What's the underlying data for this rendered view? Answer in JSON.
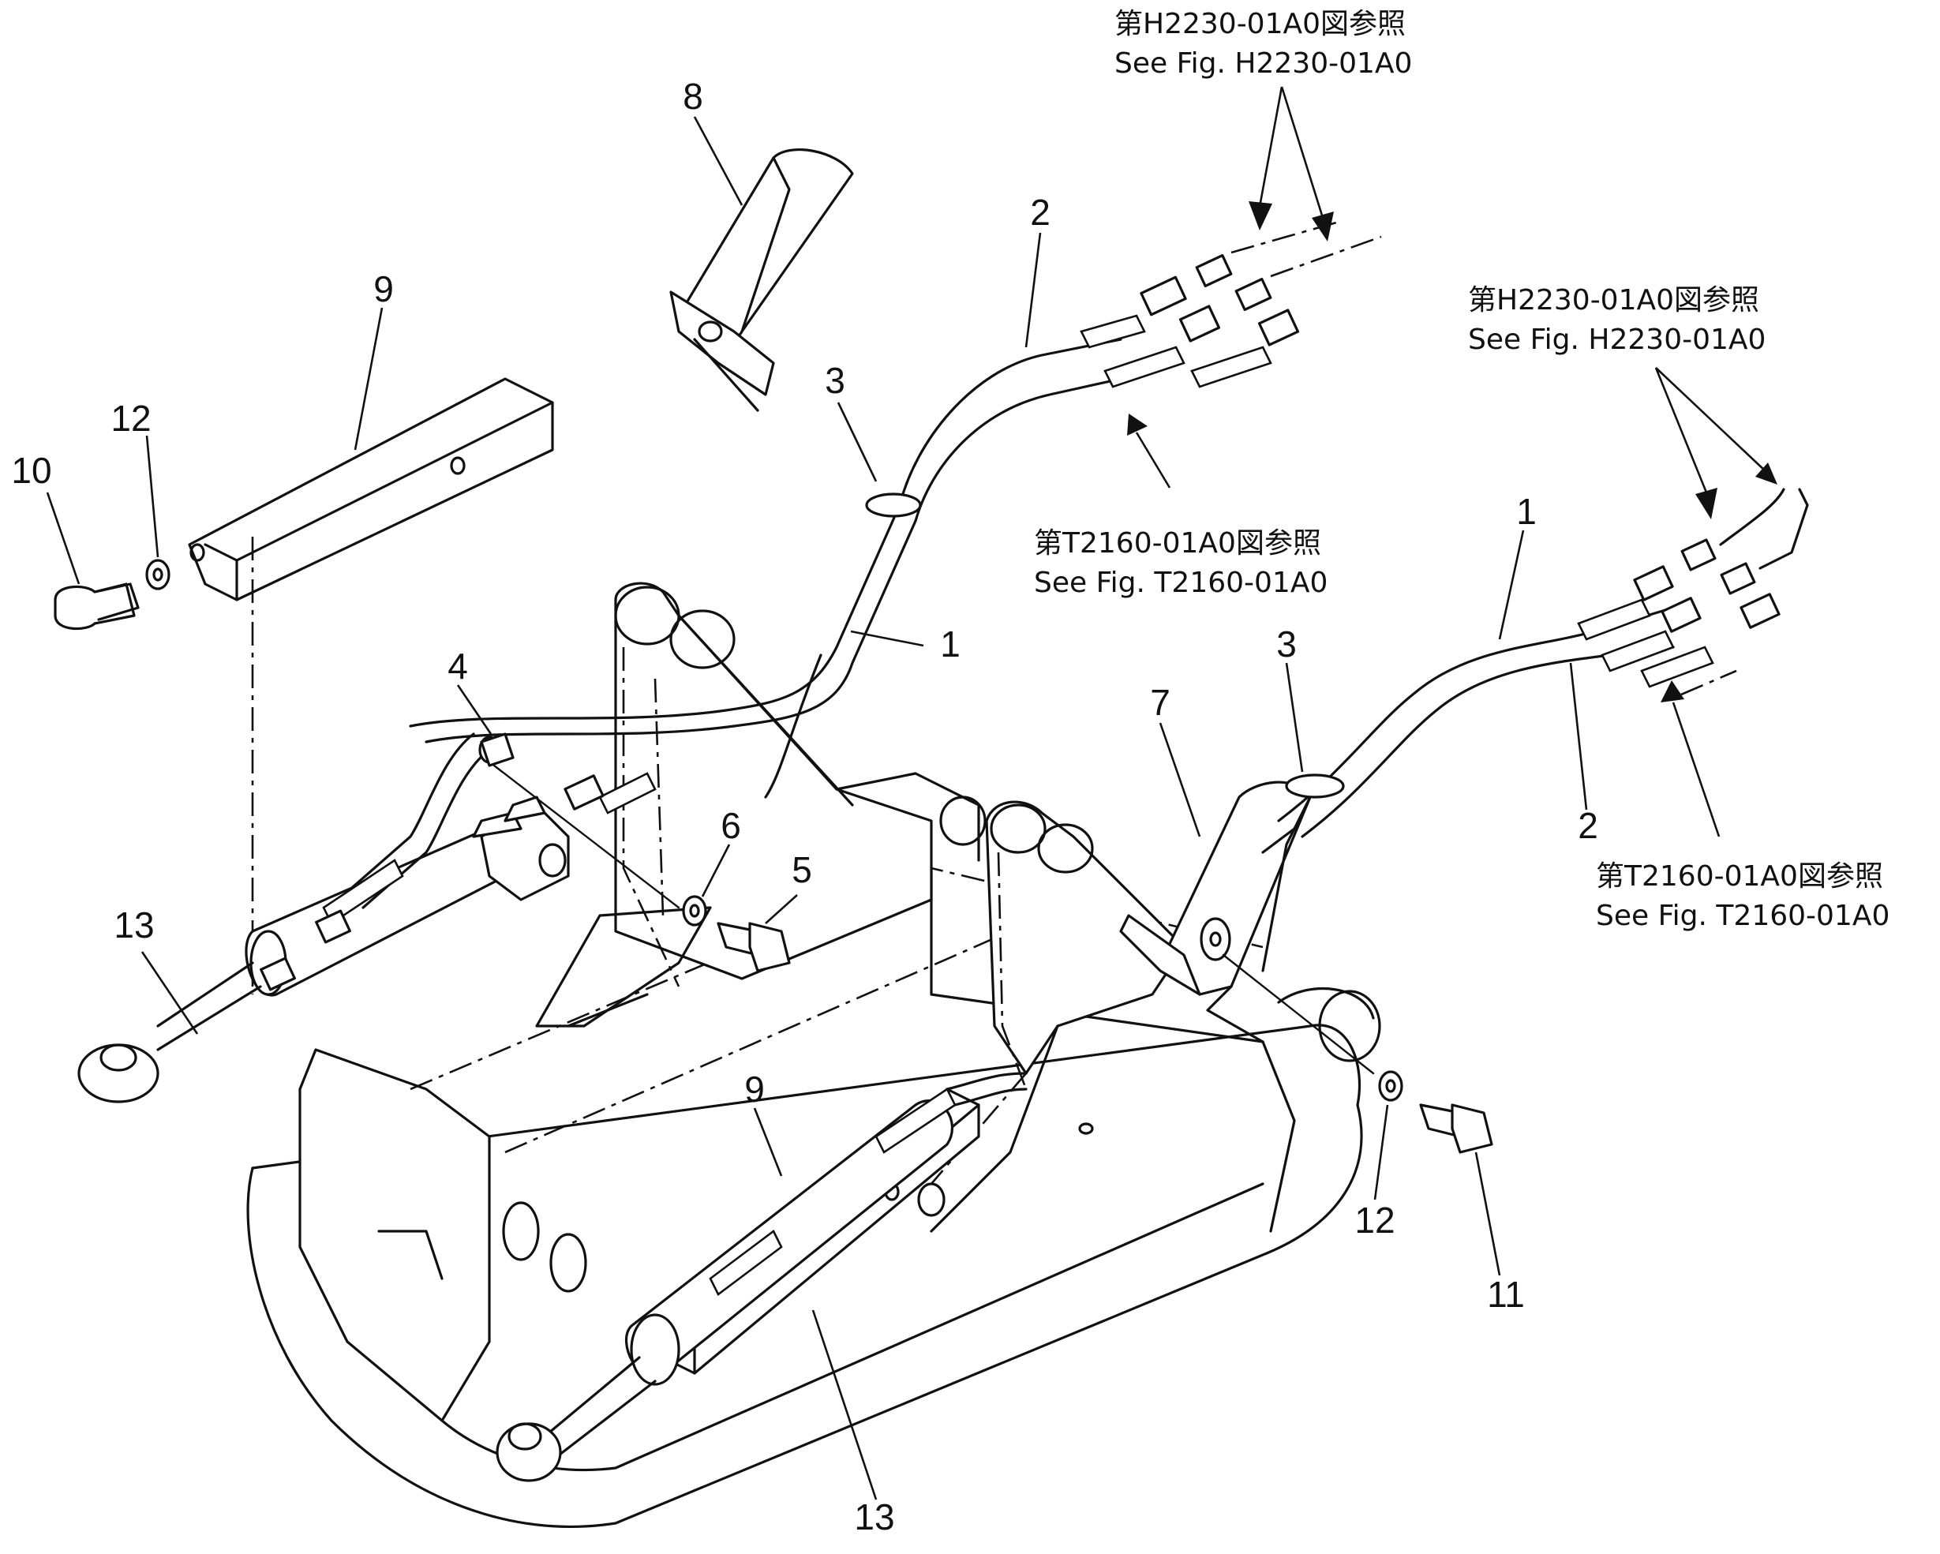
{
  "part_numbers": {
    "hose_1_upper": "1",
    "hose_1_lower": "1",
    "hose_2_upper": "2",
    "hose_2_lower": "2",
    "clamp_3_upper": "3",
    "clamp_3_lower": "3",
    "clip_4": "4",
    "bolt_5": "5",
    "washer_6": "6",
    "cover_7": "7",
    "cover_8": "8",
    "cover_9_upper": "9",
    "cover_9_lower": "9",
    "bolt_10": "10",
    "bolt_11": "11",
    "washer_12_left": "12",
    "washer_12_right": "12",
    "cylinder_13_left": "13",
    "cylinder_13_lower": "13"
  },
  "references": {
    "ref_h2230_top_jp": "第H2230-01A0図参照",
    "ref_h2230_top_en": "See Fig. H2230-01A0",
    "ref_h2230_right_jp": "第H2230-01A0図参照",
    "ref_h2230_right_en": "See Fig. H2230-01A0",
    "ref_t2160_mid_jp": "第T2160-01A0図参照",
    "ref_t2160_mid_en": "See Fig. T2160-01A0",
    "ref_t2160_right_jp": "第T2160-01A0図参照",
    "ref_t2160_right_en": "See Fig. T2160-01A0"
  }
}
